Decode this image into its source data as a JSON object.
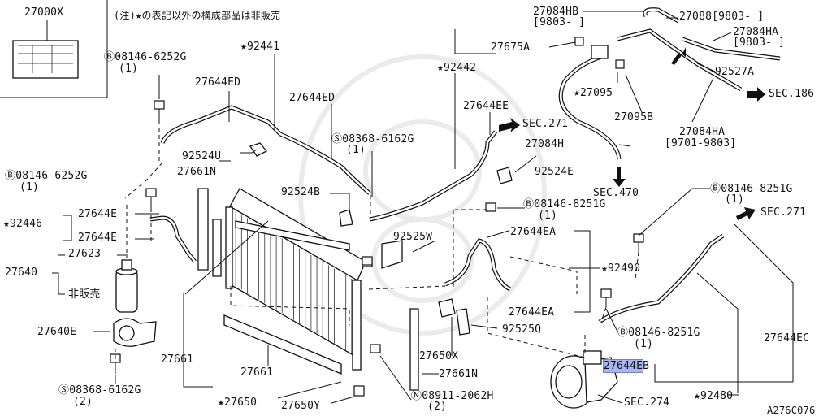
{
  "labels": {
    "p27000X": "27000X",
    "note": "(注)★の表記以外の構成部品は非販売",
    "b_top": "Ⓑ08146-6252G",
    "b_top_q": "(1)",
    "s92441": "★92441",
    "p27644ED_a": "27644ED",
    "p27644ED_b": "27644ED",
    "s92442": "★92442",
    "p27644EE": "27644EE",
    "sec271_a": "SEC.271",
    "s_mid": "Ⓢ08368-6162G",
    "s_mid_q": "(1)",
    "p92524U": "92524U",
    "p27661N_a": "27661N",
    "b_left": "Ⓑ08146-6252G",
    "b_left_q": "(1)",
    "p92524B": "92524B",
    "s92446": "★92446",
    "p27644E_a": "27644E",
    "p27644E_b": "27644E",
    "p27623": "27623",
    "p27640": "27640",
    "hihanbai": "非販売",
    "p27640E": "27640E",
    "s_bot": "Ⓢ08368-6162G",
    "s_bot_q": "(2)",
    "p27661_a": "27661",
    "p27661_b": "27661",
    "s27650": "★27650",
    "p27650Y": "27650Y",
    "n_part": "Ⓝ08911-2062H",
    "n_q": "(2)",
    "p27661N_b": "27661N",
    "p27650X": "27650X",
    "p92525Q": "92525Q",
    "p27644EA_a": "27644EA",
    "p27644EA_b": "27644EA",
    "p92525W": "92525W",
    "b_mid": "Ⓑ08146-8251G",
    "b_mid_q": "(1)",
    "p92524E": "92524E",
    "p27084H": "27084H",
    "sec470": "SEC.470",
    "p27084HB": "27084HB",
    "p27084HB_d": "[9803-   ]",
    "p27088": "27088[9803-   ]",
    "p27084HA_a": "27084HA",
    "p27084HA_a_d": "[9803-   ]",
    "p27675A": "27675A",
    "p92527A": "92527A",
    "s27095": "★27095",
    "p27095B": "27095B",
    "sec186": "SEC.186",
    "p27084HA_b": "27084HA",
    "p27084HA_b_d": "[9701-9803]",
    "b_right": "Ⓑ08146-8251G",
    "b_right_q": "(1)",
    "sec271_b": "SEC.271",
    "s92490": "★92490",
    "b_right2": "Ⓑ08146-8251G",
    "b_right2_q": "(1)",
    "p27644EC": "27644EC",
    "p27644EB_hl": "27644E",
    "p27644EB_tail": "B",
    "sec274": "SEC.274",
    "s92480": "★92480",
    "figcode": "A276C076"
  }
}
